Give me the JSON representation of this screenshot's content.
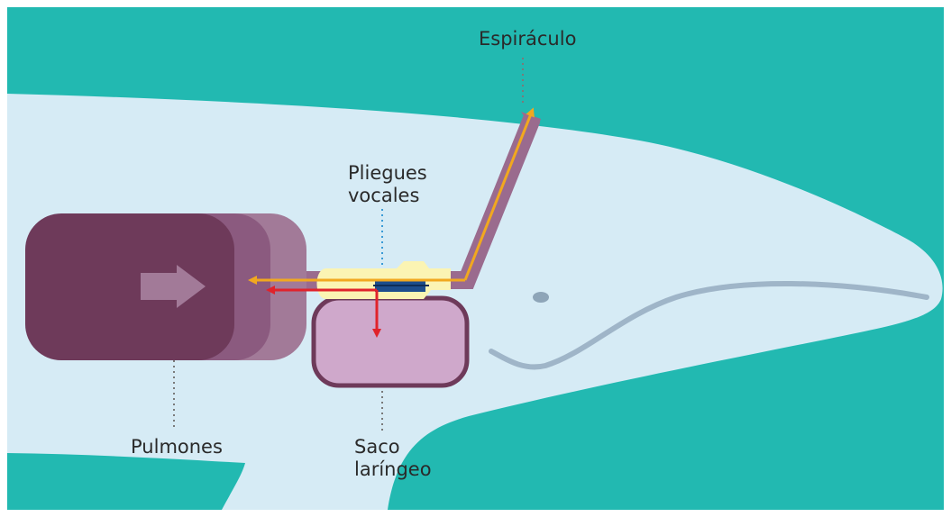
{
  "labels": {
    "blowhole": "Espiráculo",
    "vocal_folds_line1": "Pliegues",
    "vocal_folds_line2": "vocales",
    "lungs": "Pulmones",
    "laryngeal_sac_line1": "Saco",
    "laryngeal_sac_line2": "laríngeo"
  },
  "colors": {
    "sea": "#22b9b1",
    "whale_body": "#d6ebf5",
    "whale_line": "#9fb5c8",
    "lungs_dark": "#6e3a5a",
    "lungs_mid": "#8b5a7f",
    "lungs_light": "#a27a98",
    "laryngeal_sac": "#cfa8cb",
    "laryngeal_sac_border": "#6e3a5a",
    "airway": "#9a6b8e",
    "vocal_folds": "#fbf4b3",
    "vocal_folds_dark": "#1d4d8c",
    "air_out_arrow": "#f1a81f",
    "air_in_arrow": "#e0232b",
    "leader_line": "#7a7a7a",
    "leader_line_folds": "#3a9bd6"
  }
}
